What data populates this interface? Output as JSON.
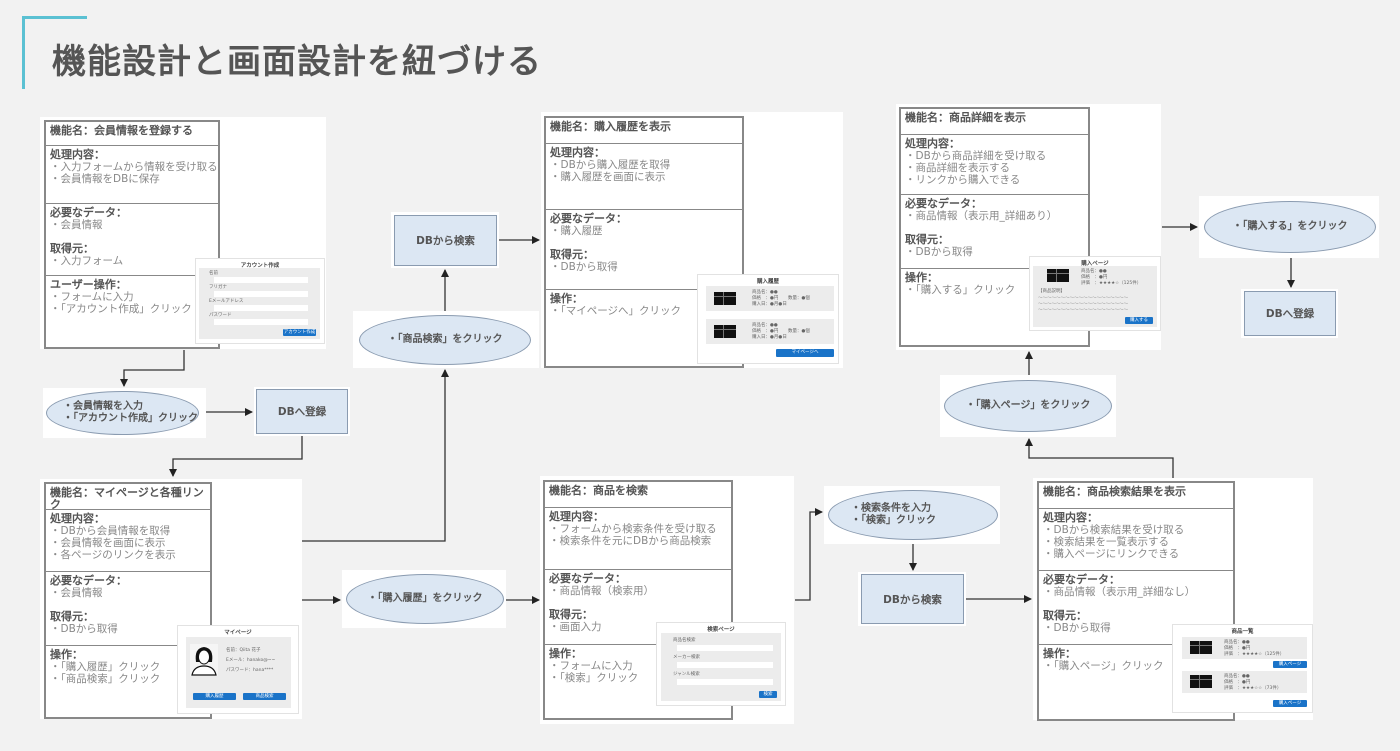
{
  "title": "機能設計と画面設計を紐づける",
  "colors": {
    "accent": "#5bc1d3",
    "process_fill": "#dce7f3",
    "button_blue": "#1a73c8",
    "background": "#f2f2f2"
  },
  "specs": {
    "register": {
      "name": "機能名：会員情報を登録する",
      "processing_head": "処理内容：",
      "processing": [
        "・入力フォームから情報を受け取る",
        "・会員情報をDBに保存"
      ],
      "data_head": "必要なデータ：",
      "data": [
        "・会員情報"
      ],
      "source_head": "取得元：",
      "source": [
        "・入力フォーム"
      ],
      "ops_head": "ユーザー操作：",
      "ops": [
        "・フォームに入力",
        "・「アカウント作成」クリック"
      ]
    },
    "mypage": {
      "name": "機能名：マイページと各種リンク",
      "processing_head": "処理内容：",
      "processing": [
        "・DBから会員情報を取得",
        "・会員情報を画面に表示",
        "・各ページのリンクを表示"
      ],
      "data_head": "必要なデータ：",
      "data": [
        "・会員情報"
      ],
      "source_head": "取得元：",
      "source": [
        "・DBから取得"
      ],
      "ops_head": "操作：",
      "ops": [
        "・「購入履歴」クリック",
        "・「商品検索」クリック"
      ]
    },
    "history": {
      "name": "機能名：購入履歴を表示",
      "processing_head": "処理内容：",
      "processing": [
        "・DBから購入履歴を取得",
        "・購入履歴を画面に表示"
      ],
      "data_head": "必要なデータ：",
      "data": [
        "・購入履歴"
      ],
      "source_head": "取得元：",
      "source": [
        "・DBから取得"
      ],
      "ops_head": "操作：",
      "ops": [
        "・「マイページへ」クリック"
      ]
    },
    "search": {
      "name": "機能名：商品を検索",
      "processing_head": "処理内容：",
      "processing": [
        "・フォームから検索条件を受け取る",
        "・検索条件を元にDBから商品検索"
      ],
      "data_head": "必要なデータ：",
      "data": [
        "・商品情報（検索用）"
      ],
      "source_head": "取得元：",
      "source": [
        "・画面入力"
      ],
      "ops_head": "操作：",
      "ops": [
        "・フォームに入力",
        "・「検索」クリック"
      ]
    },
    "detail": {
      "name": "機能名：商品詳細を表示",
      "processing_head": "処理内容：",
      "processing": [
        "・DBから商品詳細を受け取る",
        "・商品詳細を表示する",
        "・リンクから購入できる"
      ],
      "data_head": "必要なデータ：",
      "data": [
        "・商品情報（表示用_詳細あり）"
      ],
      "source_head": "取得元：",
      "source": [
        "・DBから取得"
      ],
      "ops_head": "操作：",
      "ops": [
        "・「購入する」クリック"
      ]
    },
    "results": {
      "name": "機能名：商品検索結果を表示",
      "processing_head": "処理内容：",
      "processing": [
        "・DBから検索結果を受け取る",
        "・検索結果を一覧表示する",
        "・購入ページにリンクできる"
      ],
      "data_head": "必要なデータ：",
      "data": [
        "・商品情報（表示用_詳細なし）"
      ],
      "source_head": "取得元：",
      "source": [
        "・DBから取得"
      ],
      "ops_head": "操作：",
      "ops": [
        "・「購入ページ」クリック"
      ]
    }
  },
  "mocks": {
    "account": {
      "title": "アカウント作成",
      "fields": [
        "名前",
        "フリガナ",
        "Eメールアドレス",
        "パスワード"
      ],
      "button": "アカウント作成"
    },
    "mypage": {
      "title": "マイページ",
      "name_line": "名前：Qiita 花子",
      "email_line": "Eメール：hanako@~~",
      "password_line": "パスワード：hana****",
      "buttons": [
        "購入履歴",
        "商品検索"
      ]
    },
    "history": {
      "title": "購入履歴",
      "items": [
        {
          "name": "商品名：●●",
          "price": "価格　：●円",
          "qty": "数量：●個",
          "date": "購入日：●月●日"
        },
        {
          "name": "商品名：●●",
          "price": "価格　：●円",
          "qty": "数量：●個",
          "date": "購入日：●月●日"
        }
      ],
      "button": "マイページへ"
    },
    "search": {
      "title": "検索ページ",
      "fields": [
        "商品名検索",
        "メーカー検索",
        "ジャンル検索"
      ],
      "button": "検索"
    },
    "detail": {
      "title": "購入ページ",
      "name": "商品名：●●",
      "price": "価格　：●円",
      "rating": "評価　：★★★★☆（125件）",
      "desc_label": "【商品説明】",
      "desc_lines": [
        "〜〜〜〜〜〜〜〜〜〜〜〜〜〜〜〜〜〜〜〜",
        "〜〜〜〜〜〜〜〜〜〜〜〜〜〜〜〜〜〜〜〜",
        "〜〜〜〜〜〜〜〜〜〜〜〜〜〜〜〜〜〜〜〜"
      ],
      "button": "購入する"
    },
    "results": {
      "title": "商品一覧",
      "items": [
        {
          "name": "商品名：●●",
          "price": "価格　：●円",
          "rating": "評価　：★★★★☆（125件）",
          "button": "購入ページ"
        },
        {
          "name": "商品名：●●",
          "price": "価格　：●円",
          "rating": "評価　：★★★☆☆（73件）",
          "button": "購入ページ"
        }
      ]
    }
  },
  "flow": {
    "ell_register": [
      "・会員情報を入力",
      "・「アカウント作成」クリック"
    ],
    "proc_register": "DBへ登録",
    "ell_product_search": [
      "・「商品検索」をクリック"
    ],
    "proc_search_db_1": "DBから検索",
    "ell_history": [
      "・「購入履歴」をクリック"
    ],
    "ell_search_input": [
      "・検索条件を入力",
      "・「検索」クリック"
    ],
    "proc_search_db_2": "DBから検索",
    "ell_purchase_page": [
      "・「購入ページ」をクリック"
    ],
    "ell_buy": [
      "・「購入する」をクリック"
    ],
    "proc_buy_register": "DBへ登録"
  }
}
